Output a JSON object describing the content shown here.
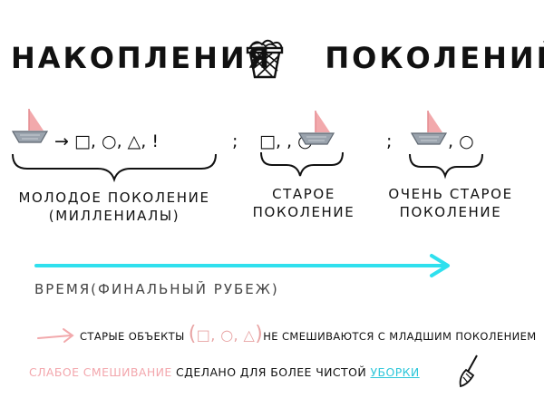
{
  "title": {
    "word1": "НАКОПЛЕНИЯ",
    "word2": "ПОКОЛЕНИЙ"
  },
  "generations": [
    {
      "sequence": "→ □, ○, △, !",
      "line1": "МОЛОДОЕ ПОКОЛЕНИЕ",
      "line2": "(МИЛЛЕНИАЛЫ)"
    },
    {
      "sequence": "□,  , ○",
      "line1": "СТАРОЕ",
      "line2": "ПОКОЛЕНИЕ"
    },
    {
      "sequence": ", ○",
      "line1": "ОЧЕНЬ СТАРОЕ",
      "line2": "ПОКОЛЕНИЕ"
    }
  ],
  "separator": ";",
  "time_label": "ВРЕМЯ(ФИНАЛЬНЫЙ РУБЕЖ)",
  "note1": {
    "paren_open": "(",
    "shapes": "□, ○, △",
    "paren_close": ")",
    "before": "СТАРЫЕ ОБЪЕКТЫ",
    "after": "НЕ СМЕШИВАЮТСЯ С МЛАДШИМ ПОКОЛЕНИЕМ"
  },
  "note2": {
    "highlight": "СЛАБОЕ СМЕШИВАНИЕ",
    "middle": "СДЕЛАНО ДЛЯ БОЛЕЕ ЧИСТОЙ",
    "link": "УБОРКИ"
  },
  "colors": {
    "sail": "#f2a9ac",
    "hull": "#9aa3ad",
    "arrow": "#2fe0ee",
    "pink_text": "#f3a7ad",
    "link": "#2ec7da"
  },
  "icons": [
    "trash-basket-icon",
    "sailboat-icon",
    "broom-icon"
  ]
}
